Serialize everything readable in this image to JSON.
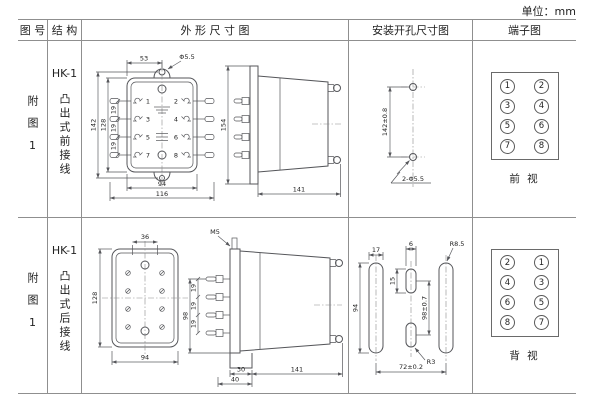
{
  "unit_label": "单位：mm",
  "header": {
    "fig_no": "图 号",
    "structure": "结 构",
    "outline": "外 形 尺 寸 图",
    "install": "安装开孔尺寸图",
    "terminal": "端子图"
  },
  "rows": [
    {
      "fig_label": "附图1",
      "model": "HK-1",
      "structure": "凸出式前接线",
      "outline": {
        "dim_53": "53",
        "hole_label": "Φ5.5",
        "dim_142": "142",
        "dim_128": "128",
        "pitch": [
          "19",
          "19",
          "19"
        ],
        "terminals": [
          "1",
          "2",
          "3",
          "4",
          "5",
          "6",
          "7",
          "8"
        ],
        "dim_94": "94",
        "dim_116": "116",
        "dim_154": "154",
        "dim_141": "141"
      },
      "install": {
        "dim_v": "142±0.8",
        "holes_label": "2-Φ5.5"
      },
      "terminal": {
        "left": [
          "1",
          "3",
          "5",
          "7"
        ],
        "right": [
          "2",
          "4",
          "6",
          "8"
        ],
        "caption": "前 视"
      }
    },
    {
      "fig_label": "附图1",
      "model": "HK-1",
      "structure": "凸出式后接线",
      "outline": {
        "dim_36": "36",
        "dim_128": "128",
        "dim_94": "94",
        "thread_label": "M5",
        "dim_98": "98",
        "pitch": [
          "19",
          "19",
          "19"
        ],
        "dim_30": "30",
        "dim_40": "40",
        "dim_141": "141"
      },
      "install": {
        "dim_17": "17",
        "dim_94": "94",
        "dim_6": "6",
        "dim_15": "15",
        "dim_v": "98±0.7",
        "r_big": "R8.5",
        "r_small": "R3",
        "dim_b": "72±0.2"
      },
      "terminal": {
        "left": [
          "2",
          "4",
          "6",
          "8"
        ],
        "right": [
          "1",
          "3",
          "5",
          "7"
        ],
        "caption": "背 视"
      }
    }
  ]
}
